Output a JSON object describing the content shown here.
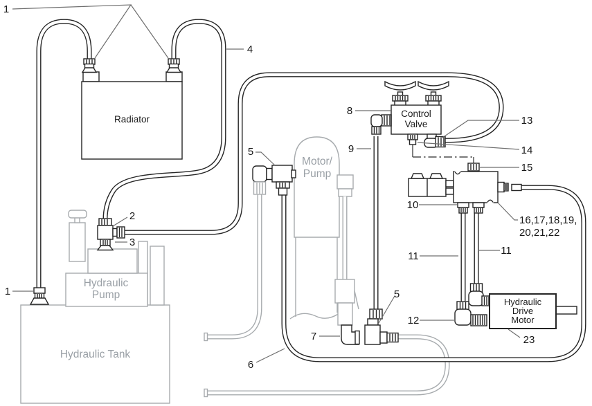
{
  "title": "Hydraulic system parts diagram",
  "colors": {
    "line": "#252525",
    "gray_line": "#a7abae",
    "gray_label": "#9aa0a6",
    "leader": "#6f6f6f",
    "background": "#ffffff"
  },
  "components": {
    "radiator": {
      "label": "Radiator"
    },
    "hydraulic_pump": {
      "label_line1": "Hydraulic",
      "label_line2": "Pump"
    },
    "hydraulic_tank": {
      "label": "Hydraulic Tank"
    },
    "motor_pump": {
      "label_line1": "Motor/",
      "label_line2": "Pump"
    },
    "control_valve": {
      "label_line1": "Control",
      "label_line2": "Valve"
    },
    "hydraulic_drive_motor": {
      "label_line1": "Hydraulic",
      "label_line2": "Drive",
      "label_line3": "Motor"
    }
  },
  "callouts": {
    "radiator_fittings": "1",
    "tank_fitting": "1",
    "pump_tee_fitting": "2",
    "pump_adapter": "3",
    "radiator_hose": "4",
    "motor_pump_tee_left": "5",
    "motor_pump_tee_bottom": "5",
    "return_hose": "6",
    "motor_pump_elbow": "7",
    "control_valve": "8",
    "valve_hose": "9",
    "solenoid_fittings": "10",
    "motor_hose_left": "11",
    "motor_hose_right": "11",
    "motor_elbow": "12",
    "valve_elbow": "13",
    "valve_outlet_fitting": "14",
    "manifold_top_fitting": "15",
    "manifold_group_line1": "16,17,18,19,",
    "manifold_group_line2": "20,21,22",
    "drive_motor": "23"
  }
}
